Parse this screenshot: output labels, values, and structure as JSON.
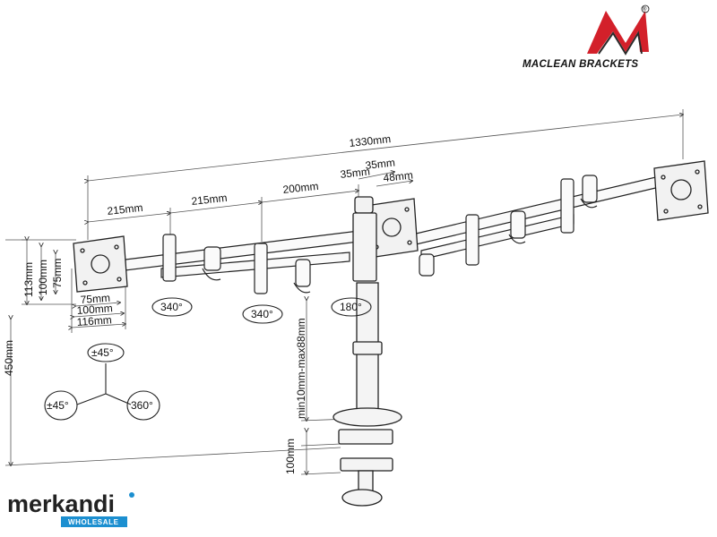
{
  "brand": {
    "name": "MACLEAN BRACKETS",
    "registered": "®",
    "logo_colors": {
      "red": "#d3202a",
      "dark": "#2a2a2a"
    }
  },
  "watermark": {
    "name": "merkandi",
    "badge": "WHOLESALE",
    "badge_color": "#1c8fd0"
  },
  "dimensions": {
    "total_width": "1330mm",
    "arm_segment_1": "215mm",
    "arm_segment_2": "215mm",
    "arm_segment_3": "200mm",
    "center_offset_a": "35mm",
    "center_offset_b": "35mm",
    "center_depth": "48mm",
    "height_113": "113mm",
    "height_100": "100mm",
    "height_75": "75mm",
    "width_75": "75mm",
    "width_100": "100mm",
    "width_116": "116mm",
    "overall_height": "450mm",
    "pole_range": "min10mm-max88mm",
    "clamp_height": "100mm"
  },
  "rotations": {
    "left_joint": "340°",
    "middle_joint": "340°",
    "center_joint": "180°",
    "tilt": "±45°",
    "swivel": "±45°",
    "rotate": "360°"
  }
}
